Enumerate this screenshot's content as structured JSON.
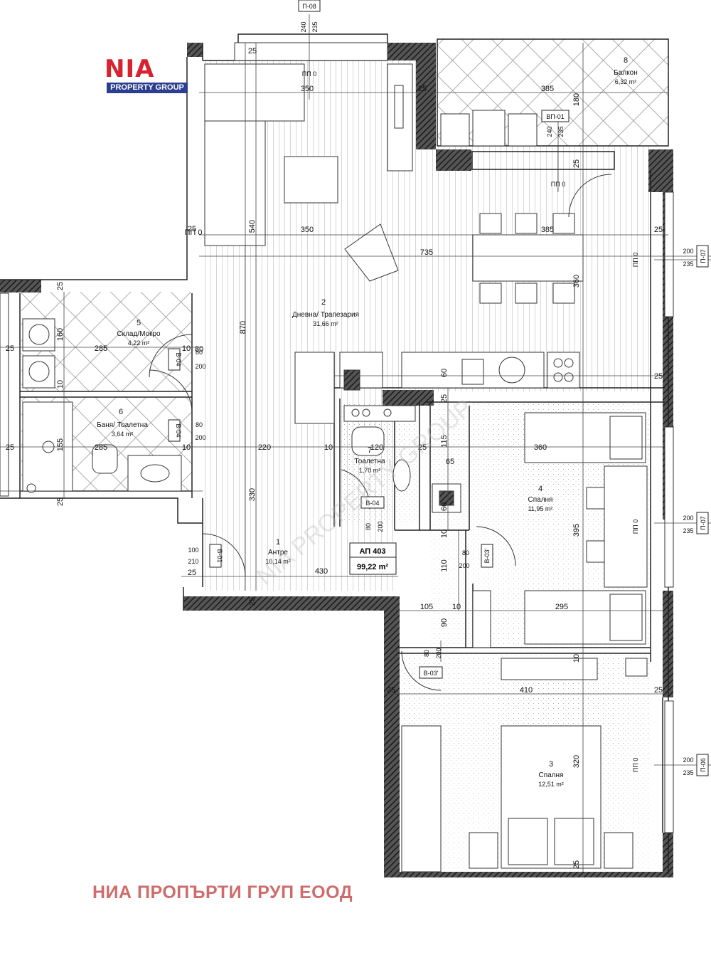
{
  "logo": {
    "letters": [
      "N",
      "I",
      "A"
    ],
    "tagline": "PROPERTY GROUP",
    "colors": {
      "letters": "#d6232f",
      "bar": "#2c3e8f"
    }
  },
  "company_name": "НИА ПРОПЪРТИ ГРУП ЕООД",
  "watermark": "NIA PROPERTY GROUP",
  "apartment": {
    "code": "АП 403",
    "area": "99,22 m²"
  },
  "rooms": [
    {
      "num": "1",
      "name": "Антре",
      "area": "10,14 m²"
    },
    {
      "num": "2",
      "name": "Дневна/ Трапезария",
      "area": "31,66 m²"
    },
    {
      "num": "3",
      "name": "Спалня",
      "area": "12,51 m²"
    },
    {
      "num": "4",
      "name": "Спалня",
      "area": "11,95 m²"
    },
    {
      "num": "5",
      "name": "Склад/Мокро",
      "area": "4,22 m²"
    },
    {
      "num": "6",
      "name": "Баня/ Тоалетна",
      "area": "3,64 m²"
    },
    {
      "num": "7",
      "name": "Тоалетна",
      "area": "1,70 m²"
    },
    {
      "num": "8",
      "name": "Балкон",
      "area": "6,32 m²"
    }
  ],
  "openings": [
    {
      "id": "П-08",
      "w": "240",
      "h": "235",
      "sill": "ПП 0"
    },
    {
      "id": "ВП-01",
      "w": "240",
      "h": "235",
      "sill": "ПП 0"
    },
    {
      "id": "П-07",
      "w": "200",
      "h": "235",
      "sill": "ПП 0"
    },
    {
      "id": "П-07",
      "w": "200",
      "h": "235",
      "sill": "ПП 0"
    },
    {
      "id": "П-06",
      "w": "200",
      "h": "235",
      "sill": "ПП 0"
    }
  ],
  "doors": [
    {
      "id": "В-04",
      "w": "80",
      "h": "200"
    },
    {
      "id": "В-04",
      "w": "80",
      "h": "200"
    },
    {
      "id": "В-04",
      "w": "80",
      "h": "200"
    },
    {
      "id": "В-01",
      "w": "100",
      "h": "210"
    },
    {
      "id": "В-03'",
      "w": "80",
      "h": "200"
    },
    {
      "id": "В-03'",
      "w": "80",
      "h": "200"
    }
  ],
  "dimensions": [
    "25",
    "350",
    "385",
    "180",
    "25",
    "25",
    "350",
    "385",
    "25",
    "540",
    "735",
    "360",
    "25",
    "160",
    "285",
    "10",
    "10",
    "25",
    "870",
    "60",
    "25",
    "25",
    "155",
    "285",
    "10",
    "220",
    "10",
    "120",
    "25",
    "115",
    "65",
    "360",
    "60",
    "395",
    "10",
    "330",
    "110",
    "430",
    "25",
    "105",
    "10",
    "295",
    "90",
    "10",
    "410",
    "25",
    "320",
    "25",
    "25",
    "25",
    "25",
    "80",
    "25",
    "25",
    "ПП 0"
  ],
  "colors": {
    "wall": "#2a2a2a",
    "label_accent": "#cf6b6b"
  }
}
